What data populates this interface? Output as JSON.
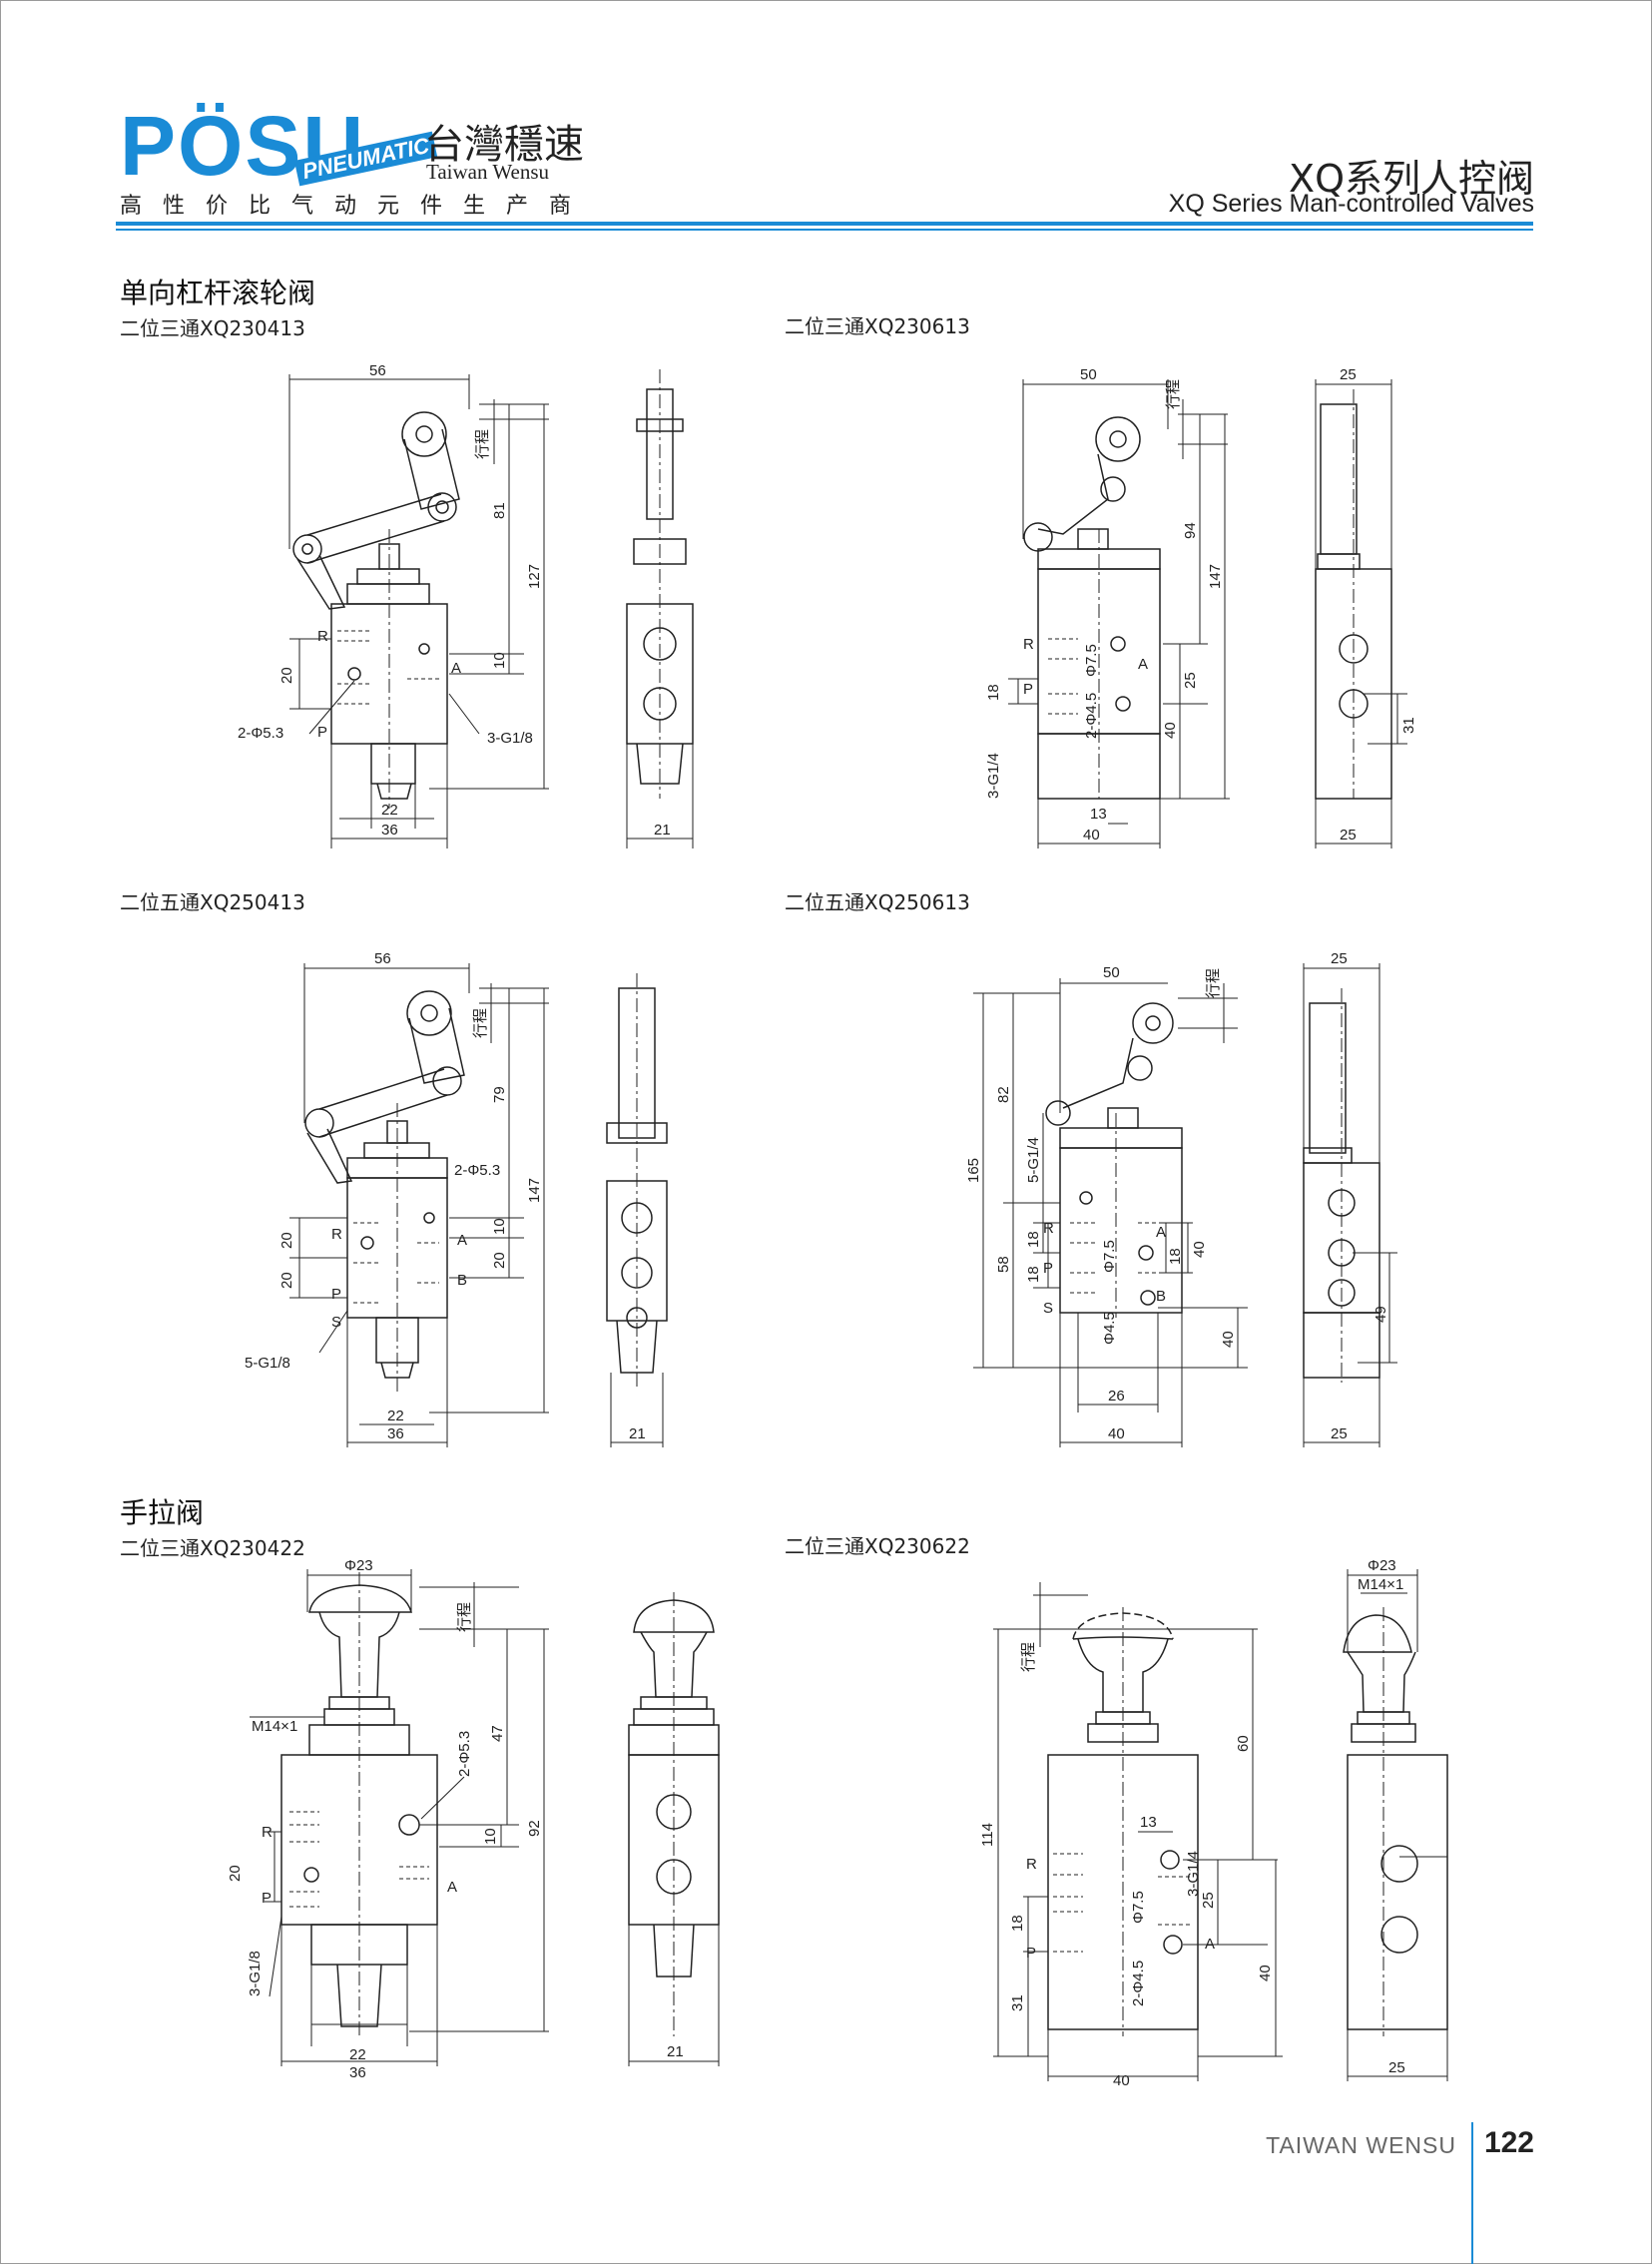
{
  "header": {
    "logo_text": "PÖSU",
    "logo_badge": "PNEUMATIC",
    "brand_cn": "台灣穩速",
    "brand_en": "Taiwan Wensu",
    "tagline": "高性价比气动元件生产商",
    "title_cn": "XQ系列人控阀",
    "title_en": "XQ Series Man-controlled Valves"
  },
  "colors": {
    "brand": "#1a8bd6",
    "line": "#222222"
  },
  "sections": [
    {
      "title": "单向杠杆滚轮阀",
      "models": [
        {
          "name": "二位三通XQ230413",
          "dims": {
            "w_top": "56",
            "h_total": "127",
            "h_lever": "81",
            "h_a": "10",
            "h_pr": "20",
            "hole": "2-Φ5.3",
            "port": "3-G1/8",
            "w_base": "22",
            "w_body": "36",
            "w_side": "21",
            "stroke": "行程"
          },
          "ports": [
            "R",
            "P",
            "A"
          ]
        },
        {
          "name": "二位三通XQ230613",
          "dims": {
            "w_top": "50",
            "h_total": "147",
            "h_lever": "94",
            "h_a": "25",
            "h_p": "40",
            "hole": "2-Φ4.5",
            "hole2": "Φ7.5",
            "port": "3-G1/4",
            "w_gap": "13",
            "w_body": "40",
            "w_side_top": "25",
            "w_side": "25",
            "h_side": "31",
            "h_pr": "18",
            "stroke": "行程"
          },
          "ports": [
            "R",
            "P",
            "A"
          ]
        },
        {
          "name": "二位五通XQ250413",
          "dims": {
            "w_top": "56",
            "h_total": "147",
            "h_lever": "79",
            "h_a": "10",
            "h_b": "20",
            "h_pr": "20",
            "h_ps": "20",
            "hole": "2-Φ5.3",
            "port": "5-G1/8",
            "w_base": "22",
            "w_body": "36",
            "w_side": "21",
            "stroke": "行程"
          },
          "ports": [
            "R",
            "P",
            "S",
            "A",
            "B"
          ]
        },
        {
          "name": "二位五通XQ250613",
          "dims": {
            "w_top": "50",
            "h_total": "165",
            "h_lever": "82",
            "h_body": "58",
            "h_rp": "18",
            "h_ps": "18",
            "h_a": "40",
            "h_ab": "18",
            "h_b": "40",
            "hole": "Φ4.5",
            "hole2": "Φ7.5",
            "port": "5-G1/4",
            "w_gap": "26",
            "w_body": "40",
            "w_side_top": "25",
            "w_side": "25",
            "h_side": "49",
            "stroke": "行程"
          },
          "ports": [
            "R",
            "P",
            "S",
            "A",
            "B"
          ]
        }
      ]
    },
    {
      "title": "手拉阀",
      "models": [
        {
          "name": "二位三通XQ230422",
          "dims": {
            "knob": "Φ23",
            "thread": "M14×1",
            "h_total": "92",
            "h_upper": "47",
            "h_a": "10",
            "h_pr": "20",
            "hole": "2-Φ5.3",
            "port": "3-G1/8",
            "w_base": "22",
            "w_body": "36",
            "w_side": "21",
            "stroke": "行程"
          },
          "ports": [
            "R",
            "P",
            "A"
          ]
        },
        {
          "name": "二位三通XQ230622",
          "dims": {
            "knob": "Φ23",
            "thread": "M14×1",
            "h_total": "114",
            "h_upper": "60",
            "h_a": "25",
            "h_p": "40",
            "h_pr": "18",
            "h_base": "31",
            "hole": "2-Φ4.5",
            "hole2": "Φ7.5",
            "port": "3-G1/4",
            "w_gap": "13",
            "w_body": "40",
            "w_side": "25",
            "stroke": "行程"
          },
          "ports": [
            "R",
            "P",
            "A"
          ]
        }
      ]
    }
  ],
  "footer": {
    "brand": "TAIWAN WENSU",
    "page": "122"
  }
}
